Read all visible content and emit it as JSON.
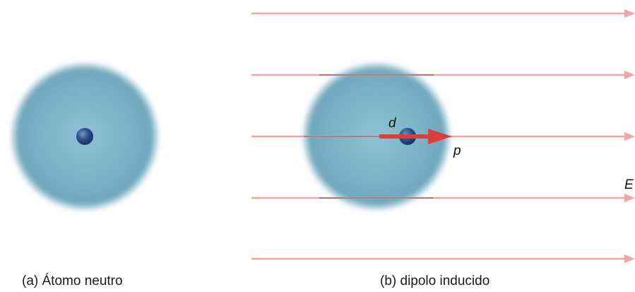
{
  "panel_a": {
    "caption": "(a) Átomo neutro"
  },
  "panel_b": {
    "caption": "(b) dipolo inducido",
    "displacement_label": "d",
    "dipole_label": "p",
    "field_label": "E"
  },
  "colors": {
    "atom_cloud": "#7fb3c6",
    "nucleus": "#2c4f86",
    "field_lines": "#f0a6a4",
    "dipole_arrow": "#d9403c"
  },
  "icons": {
    "atom_cloud": "electron-cloud-icon",
    "nucleus": "nucleus-icon",
    "field_arrow": "field-arrow-icon",
    "dipole_arrow": "dipole-arrow-icon"
  }
}
